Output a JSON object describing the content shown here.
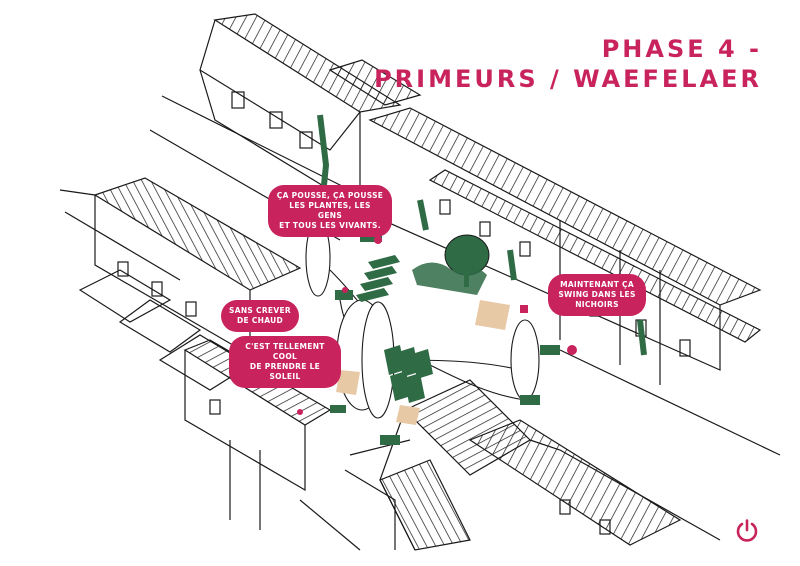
{
  "title": {
    "line1": "PHASE 4 -",
    "line2": "PRIMEURS / WAEFELAER"
  },
  "bubbles": [
    {
      "lines": [
        "ÇA POUSSE, ÇA POUSSE",
        "LES PLANTES, LES GENS",
        "ET TOUS LES VIVANTS."
      ]
    },
    {
      "lines": [
        "MAINTENANT ÇA",
        "SWING DANS LES",
        "NICHOIRS"
      ]
    },
    {
      "lines": [
        "SANS CREVER",
        "DE CHAUD"
      ]
    },
    {
      "lines": [
        "C'EST TELLEMENT COOL",
        "DE PRENDRE LE SOLEIL"
      ]
    }
  ],
  "icons": {
    "power": "power-icon"
  },
  "colors": {
    "accent": "#c8235d",
    "green": "#2f6b45",
    "ink": "#1a1a1a"
  }
}
